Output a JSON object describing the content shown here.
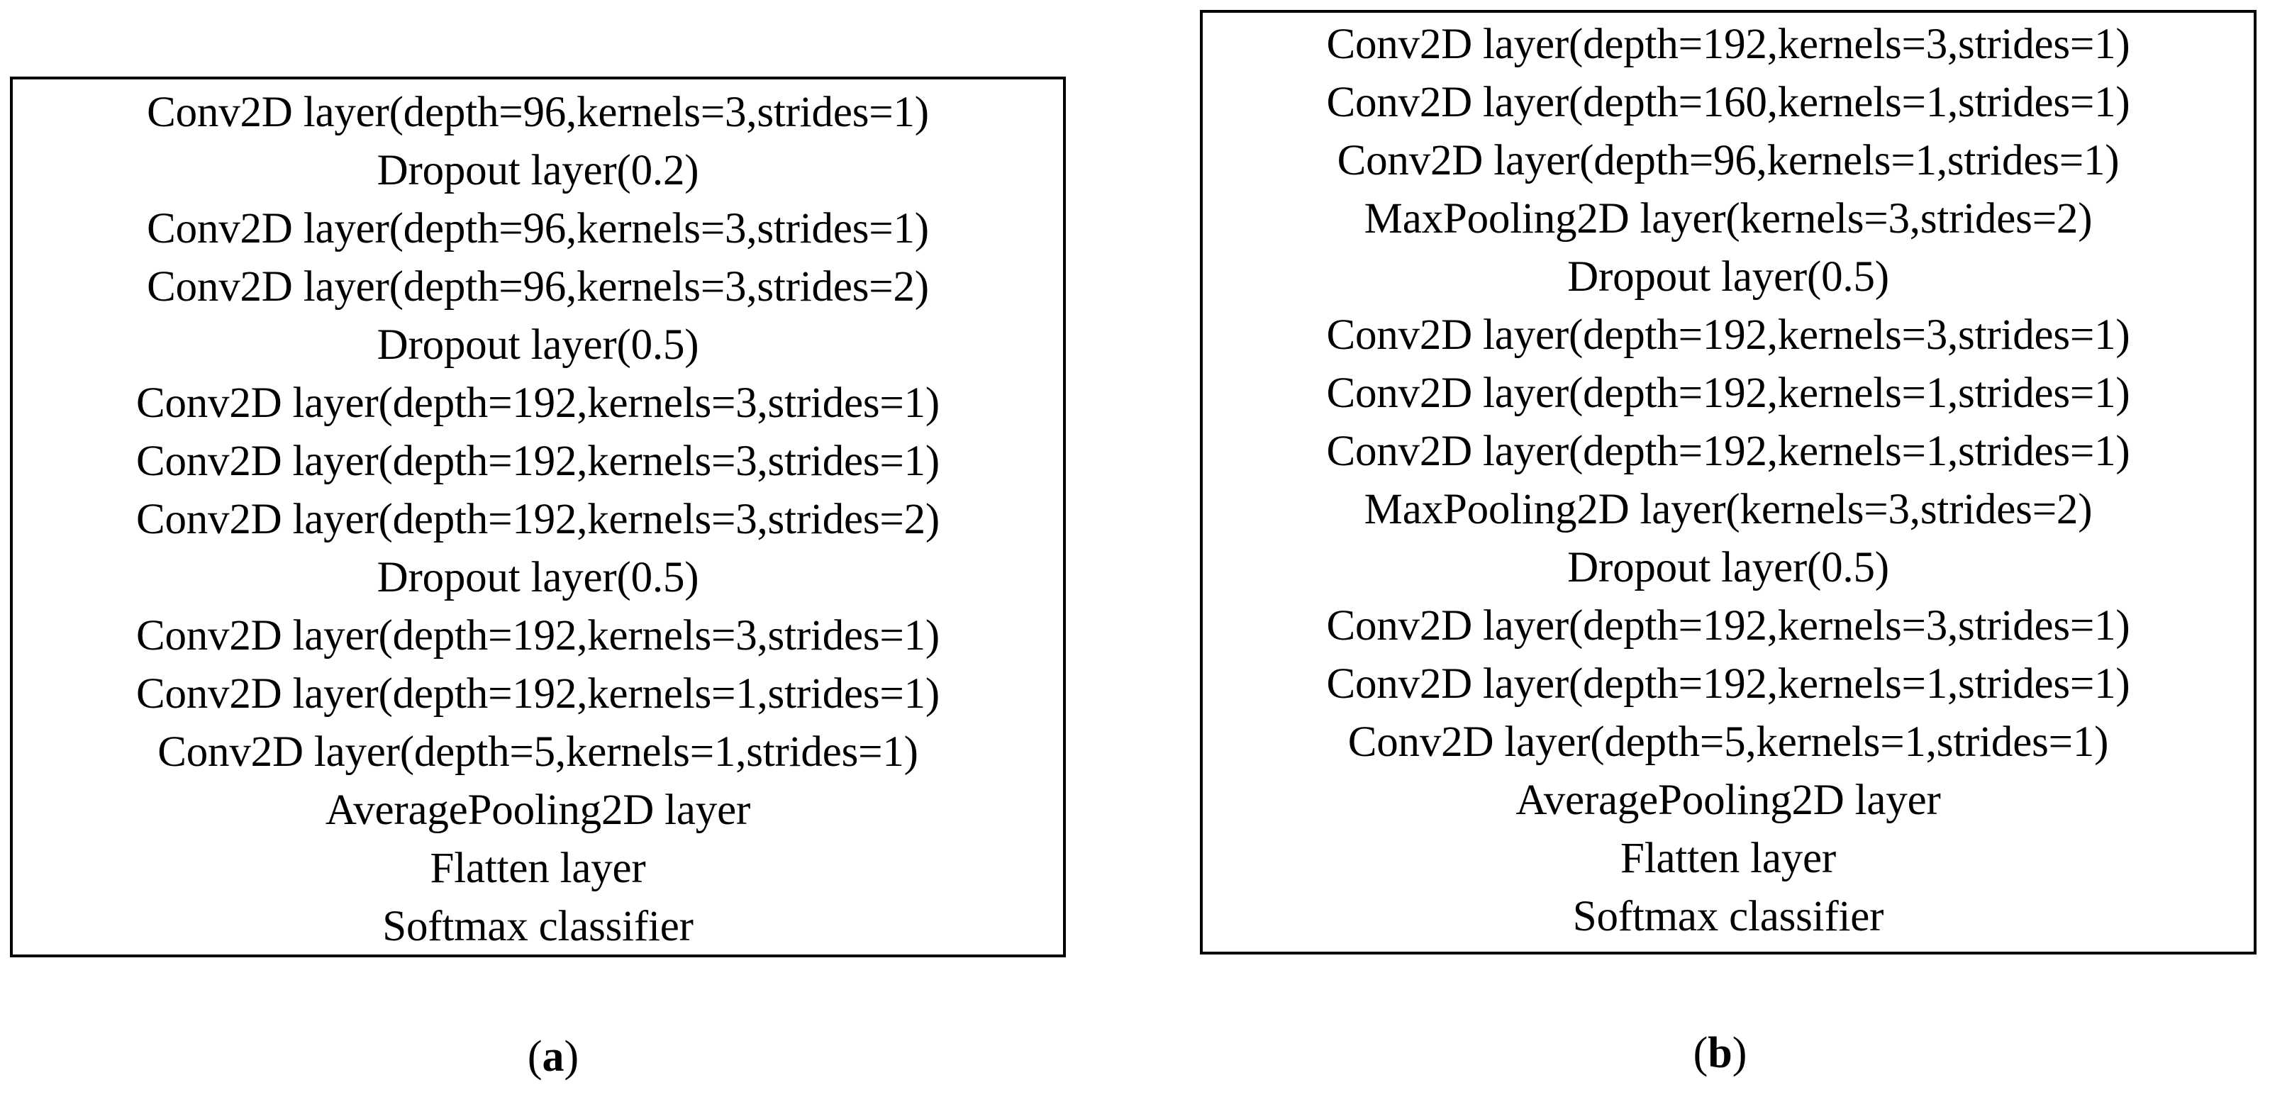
{
  "figure": {
    "panels": [
      {
        "id": "a",
        "caption_open": "(",
        "caption_letter": "a",
        "caption_close": ")",
        "layers": [
          "Conv2D layer(depth=96,kernels=3,strides=1)",
          "Dropout layer(0.2)",
          "Conv2D layer(depth=96,kernels=3,strides=1)",
          "Conv2D layer(depth=96,kernels=3,strides=2)",
          "Dropout layer(0.5)",
          "Conv2D layer(depth=192,kernels=3,strides=1)",
          "Conv2D layer(depth=192,kernels=3,strides=1)",
          "Conv2D layer(depth=192,kernels=3,strides=2)",
          "Dropout layer(0.5)",
          "Conv2D layer(depth=192,kernels=3,strides=1)",
          "Conv2D layer(depth=192,kernels=1,strides=1)",
          "Conv2D layer(depth=5,kernels=1,strides=1)",
          "AveragePooling2D layer",
          "Flatten layer",
          "Softmax classifier"
        ]
      },
      {
        "id": "b",
        "caption_open": "(",
        "caption_letter": "b",
        "caption_close": ")",
        "layers": [
          "Conv2D layer(depth=192,kernels=3,strides=1)",
          "Conv2D layer(depth=160,kernels=1,strides=1)",
          "Conv2D layer(depth=96,kernels=1,strides=1)",
          "MaxPooling2D layer(kernels=3,strides=2)",
          "Dropout layer(0.5)",
          "Conv2D layer(depth=192,kernels=3,strides=1)",
          "Conv2D layer(depth=192,kernels=1,strides=1)",
          "Conv2D layer(depth=192,kernels=1,strides=1)",
          "MaxPooling2D layer(kernels=3,strides=2)",
          "Dropout layer(0.5)",
          "Conv2D layer(depth=192,kernels=3,strides=1)",
          "Conv2D layer(depth=192,kernels=1,strides=1)",
          "Conv2D layer(depth=5,kernels=1,strides=1)",
          "AveragePooling2D layer",
          "Flatten layer",
          "Softmax classifier"
        ]
      }
    ],
    "colors": {
      "background": "#ffffff",
      "text": "#000000",
      "border": "#000000"
    }
  }
}
